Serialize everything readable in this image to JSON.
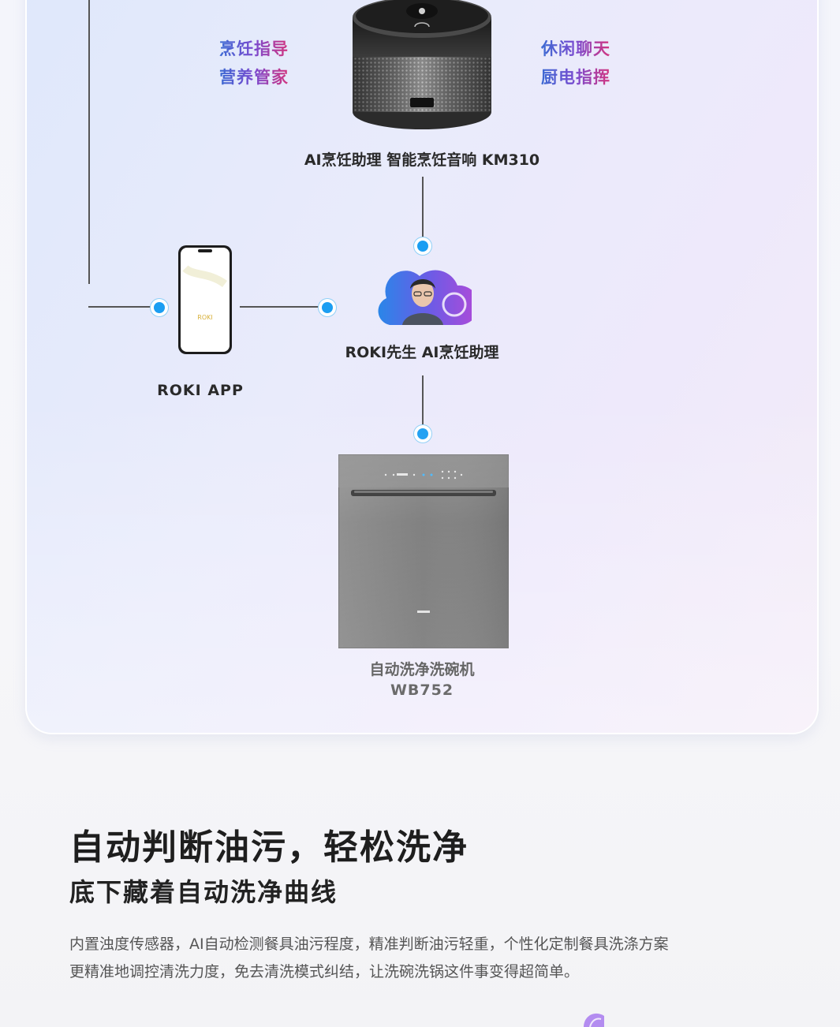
{
  "diagram": {
    "features_left": [
      "烹饪指导",
      "营养管家"
    ],
    "features_right": [
      "休闲聊天",
      "厨电指挥"
    ],
    "speaker_caption": "AI烹饪助理 智能烹饪音响 KM310",
    "assistant_caption": "ROKI先生 AI烹饪助理",
    "app_caption": "ROKI APP",
    "app_logo": "ROKI",
    "dishwasher_caption_line1": "自动洗净洗碗机",
    "dishwasher_caption_line2": "WB752",
    "accent_color": "#1b9ef2"
  },
  "section": {
    "title": "自动判断油污，轻松洗净",
    "subtitle": "底下藏着自动洗净曲线",
    "desc_line1": "内置浊度传感器，AI自动检测餐具油污程度，精准判断油污轻重，个性化定制餐具洗涤方案",
    "desc_line2": "更精准地调控清洗力度，免去清洗模式纠结，让洗碗洗锅这件事变得超简单。"
  }
}
